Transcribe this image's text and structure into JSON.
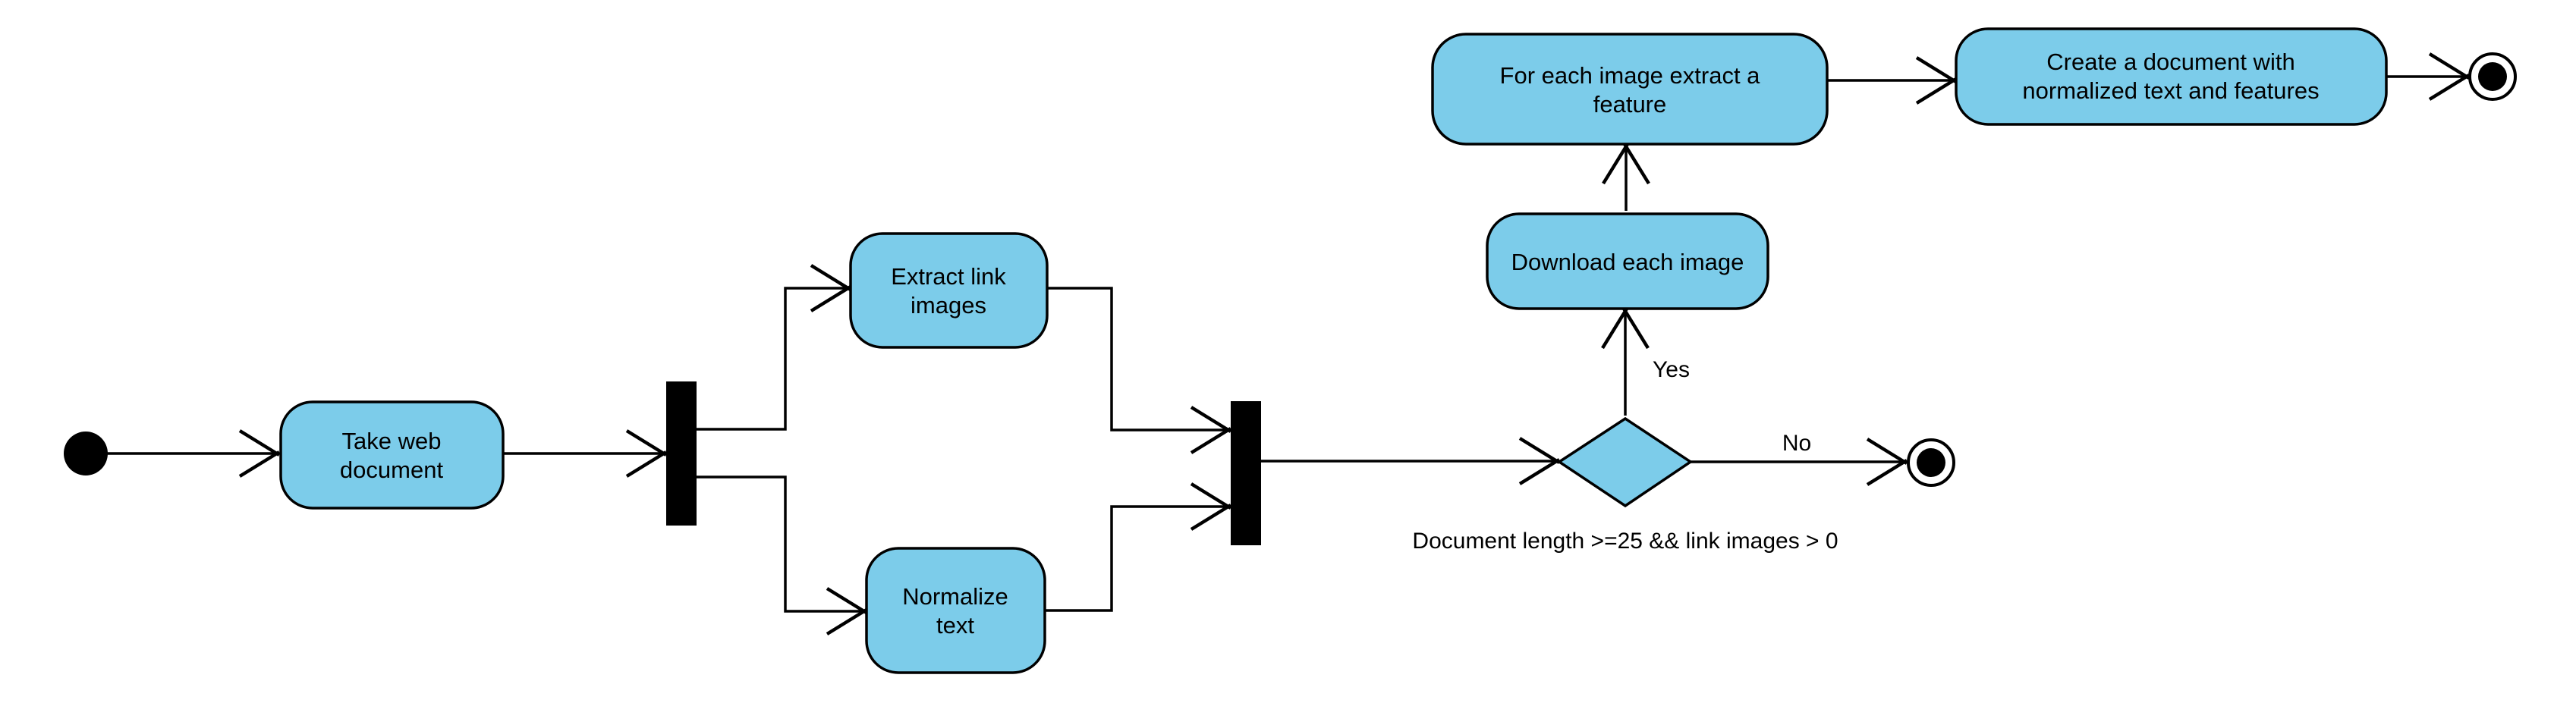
{
  "diagram": {
    "kind": "uml-activity-diagram",
    "background": "#ffffff",
    "colors": {
      "node_fill": "#7cccea",
      "node_stroke": "#000000",
      "bar_fill": "#000000",
      "edge": "#000000",
      "text": "#000000"
    },
    "nodes": {
      "start": {
        "type": "initial-node"
      },
      "take_web_document": {
        "line1": "Take web",
        "line2": "document"
      },
      "fork": {
        "type": "fork-bar"
      },
      "extract_link_images": {
        "line1": "Extract link",
        "line2": "images"
      },
      "normalize_text": {
        "line1": "Normalize",
        "line2": "text"
      },
      "join": {
        "type": "join-bar"
      },
      "decision": {
        "condition": "Document length >=25 && link images > 0"
      },
      "download_each_image": {
        "label": "Download each image"
      },
      "for_each_image": {
        "line1": "For each image extract a",
        "line2": "feature"
      },
      "create_document": {
        "line1": "Create a document with",
        "line2": "normalized text and features"
      },
      "final_no_branch": {
        "type": "final-node"
      },
      "final_main": {
        "type": "final-node"
      }
    },
    "edges": {
      "yes_label": "Yes",
      "no_label": "No"
    }
  }
}
